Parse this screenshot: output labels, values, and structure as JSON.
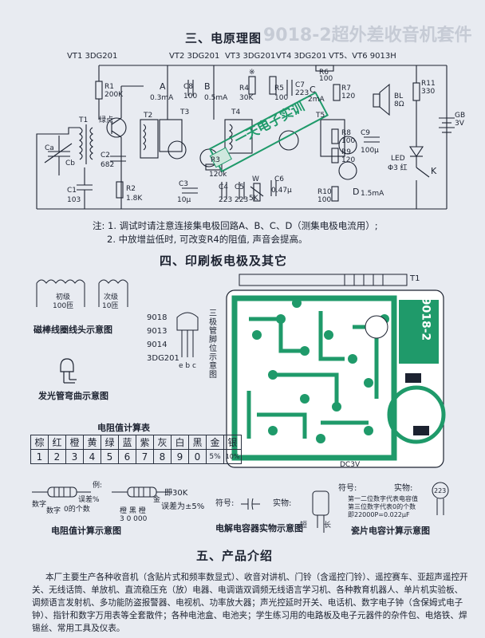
{
  "header_watermark": "9018-2超外差收音机套件",
  "sec3_title": "三、电原理图",
  "transistor_labels": {
    "vt1": "VT1 3DG201",
    "vt2": "VT2 3DG201",
    "vt3": "VT3 3DG201",
    "vt4": "VT4 3DG201",
    "vt56": "VT5、VT6 9013H"
  },
  "component_labels": {
    "r1": "R1",
    "r1v": "200K",
    "ca": "Ca",
    "cb": "Cb",
    "t1": "T1",
    "t2": "T2",
    "t3": "T3",
    "t4": "T4",
    "t5": "T5",
    "c1": "C1",
    "c1v": "103",
    "c2": "C2",
    "c2v": "682",
    "r2": "R2",
    "r2v": "1.8K",
    "test_a": "A",
    "cur_a": "0.3mA",
    "c8": "C8",
    "c8v": "100",
    "test_b": "B",
    "cur_b": "0.5mA",
    "r4": "R4",
    "r4v": "30K",
    "r5": "R5",
    "r5v": "100",
    "r6": "R6",
    "r6v": "100",
    "c7": "C7",
    "c7v": "223",
    "test_c": "C",
    "cur_c": "2mA",
    "r7": "R7",
    "r7v": "120",
    "r8": "R8",
    "r8v": "100",
    "r9": "R9",
    "r9v": "120",
    "c9": "C9",
    "c9v": "100μ",
    "r10": "R10",
    "r10v": "100",
    "test_d": "D",
    "cur_d": "1.5mA",
    "r3": "R3",
    "r3v": "120k",
    "c3": "C3",
    "c3v": "10μ",
    "c4": "C4",
    "c4v": "223",
    "c5": "C5",
    "c5v": "223",
    "c6": "C6",
    "c6v": "0.47μ",
    "w": "W",
    "wv": "5K",
    "r11": "R11",
    "r11v": "330",
    "bl": "BL",
    "blv": "8Ω",
    "gb": "GB",
    "gbv": "3V",
    "led": "LED",
    "ledv": "Φ3 红",
    "k": "K",
    "lvdian": "绿点",
    "star": "※"
  },
  "notes": {
    "n1": "注: 1. 调试时请注意连接集电极回路A、B、C、D（测集电极电流用）;",
    "n2": "2. 中放增益低时, 可改变R4的阻值, 声音会提高。"
  },
  "sec4_title": "四、印刷板电极及其它",
  "coil": {
    "primary": "初级",
    "primary_turns": "100匝",
    "secondary": "次级",
    "secondary_turns": "10匝",
    "caption": "磁棒线圈线头示意图"
  },
  "transistor_pin": {
    "models": [
      "9018",
      "9013",
      "9014",
      "3DG201"
    ],
    "pins": "e b c",
    "caption": "三极管脚位示意图"
  },
  "led_caption": "发光管弯曲示意图",
  "pcb": {
    "board_name": "9018-2",
    "t1_label": "T1",
    "dc_label": "DC3V"
  },
  "resistor_table": {
    "title": "电阻值计算表",
    "colors": [
      "棕",
      "红",
      "橙",
      "黄",
      "绿",
      "蓝",
      "紫",
      "灰",
      "白",
      "黑",
      "金",
      "银"
    ],
    "digits": [
      "1",
      "2",
      "3",
      "4",
      "5",
      "6",
      "7",
      "8",
      "9",
      "0",
      "5%",
      "10%"
    ]
  },
  "resistor_demo": {
    "example": "例:",
    "digit1": "数字",
    "digit2": "数字",
    "zeros": "0的个数",
    "tolerance": "误差%",
    "colors": "橙 黑 橙",
    "values": "3   0   000",
    "gold": "金",
    "result": "即30K",
    "tol_result": "误差为±5%",
    "caption": "电阻值计算示意图"
  },
  "electrolytic": {
    "symbol_label": "符号:",
    "object_label": "实物:",
    "short_leg": "短",
    "long_leg": "长",
    "caption": "电解电容器实物示意图"
  },
  "ceramic": {
    "symbol_label": "符号:",
    "object_label": "实物:",
    "code": "223",
    "expl1": "第一二位数字代表电容值",
    "expl2": "第三位数字代表0的个数",
    "expl3": "即22000P=0.022μF",
    "caption": "瓷片电容计算示意图"
  },
  "sec5_title": "五、产品介绍",
  "intro": "本厂主要生产各种收音机（含贴片式和频率数显式）、收音对讲机、门铃（含遥控门铃）、遥控赛车、亚超声遥控开关、无线话筒、单放机、直流稳压充（放）电器、电调谐双调频无线语言学习机、各种教育机器人、单片机实验板、调频语言发射机、多功能防盗报警器、电视机、功率放大器；声光控延时开关、电话机、数字电子钟（含保姆式电子钟）、指针和数字万用表等全套散件；各种电池盒、电池夹；学生练习用的电路板及电子元器件的杂件包、电烙铁、焊锡丝、常用工具及仪表。",
  "stamp_text": "一天电子实训",
  "colors": {
    "ink": "#1c2230",
    "pcb_green": "#1f9a6a",
    "paper": "#e8ebf1"
  }
}
